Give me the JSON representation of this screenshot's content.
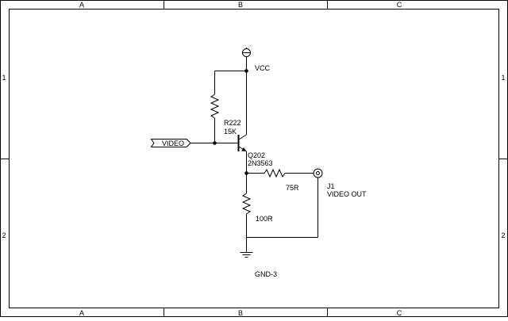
{
  "frame": {
    "columns": [
      "A",
      "B",
      "C"
    ],
    "rows": [
      "1",
      "2"
    ]
  },
  "nets": {
    "vcc": "VCC",
    "ground": "GND-3"
  },
  "input_port": {
    "label": "VIDEO"
  },
  "components": {
    "r222": {
      "ref": "R222",
      "value": "15K"
    },
    "q202": {
      "ref": "Q202",
      "value": "2N3563"
    },
    "r_series": {
      "value": "75R"
    },
    "r_load": {
      "value": "100R"
    },
    "j1": {
      "ref": "J1",
      "value": "VIDEO OUT"
    }
  }
}
